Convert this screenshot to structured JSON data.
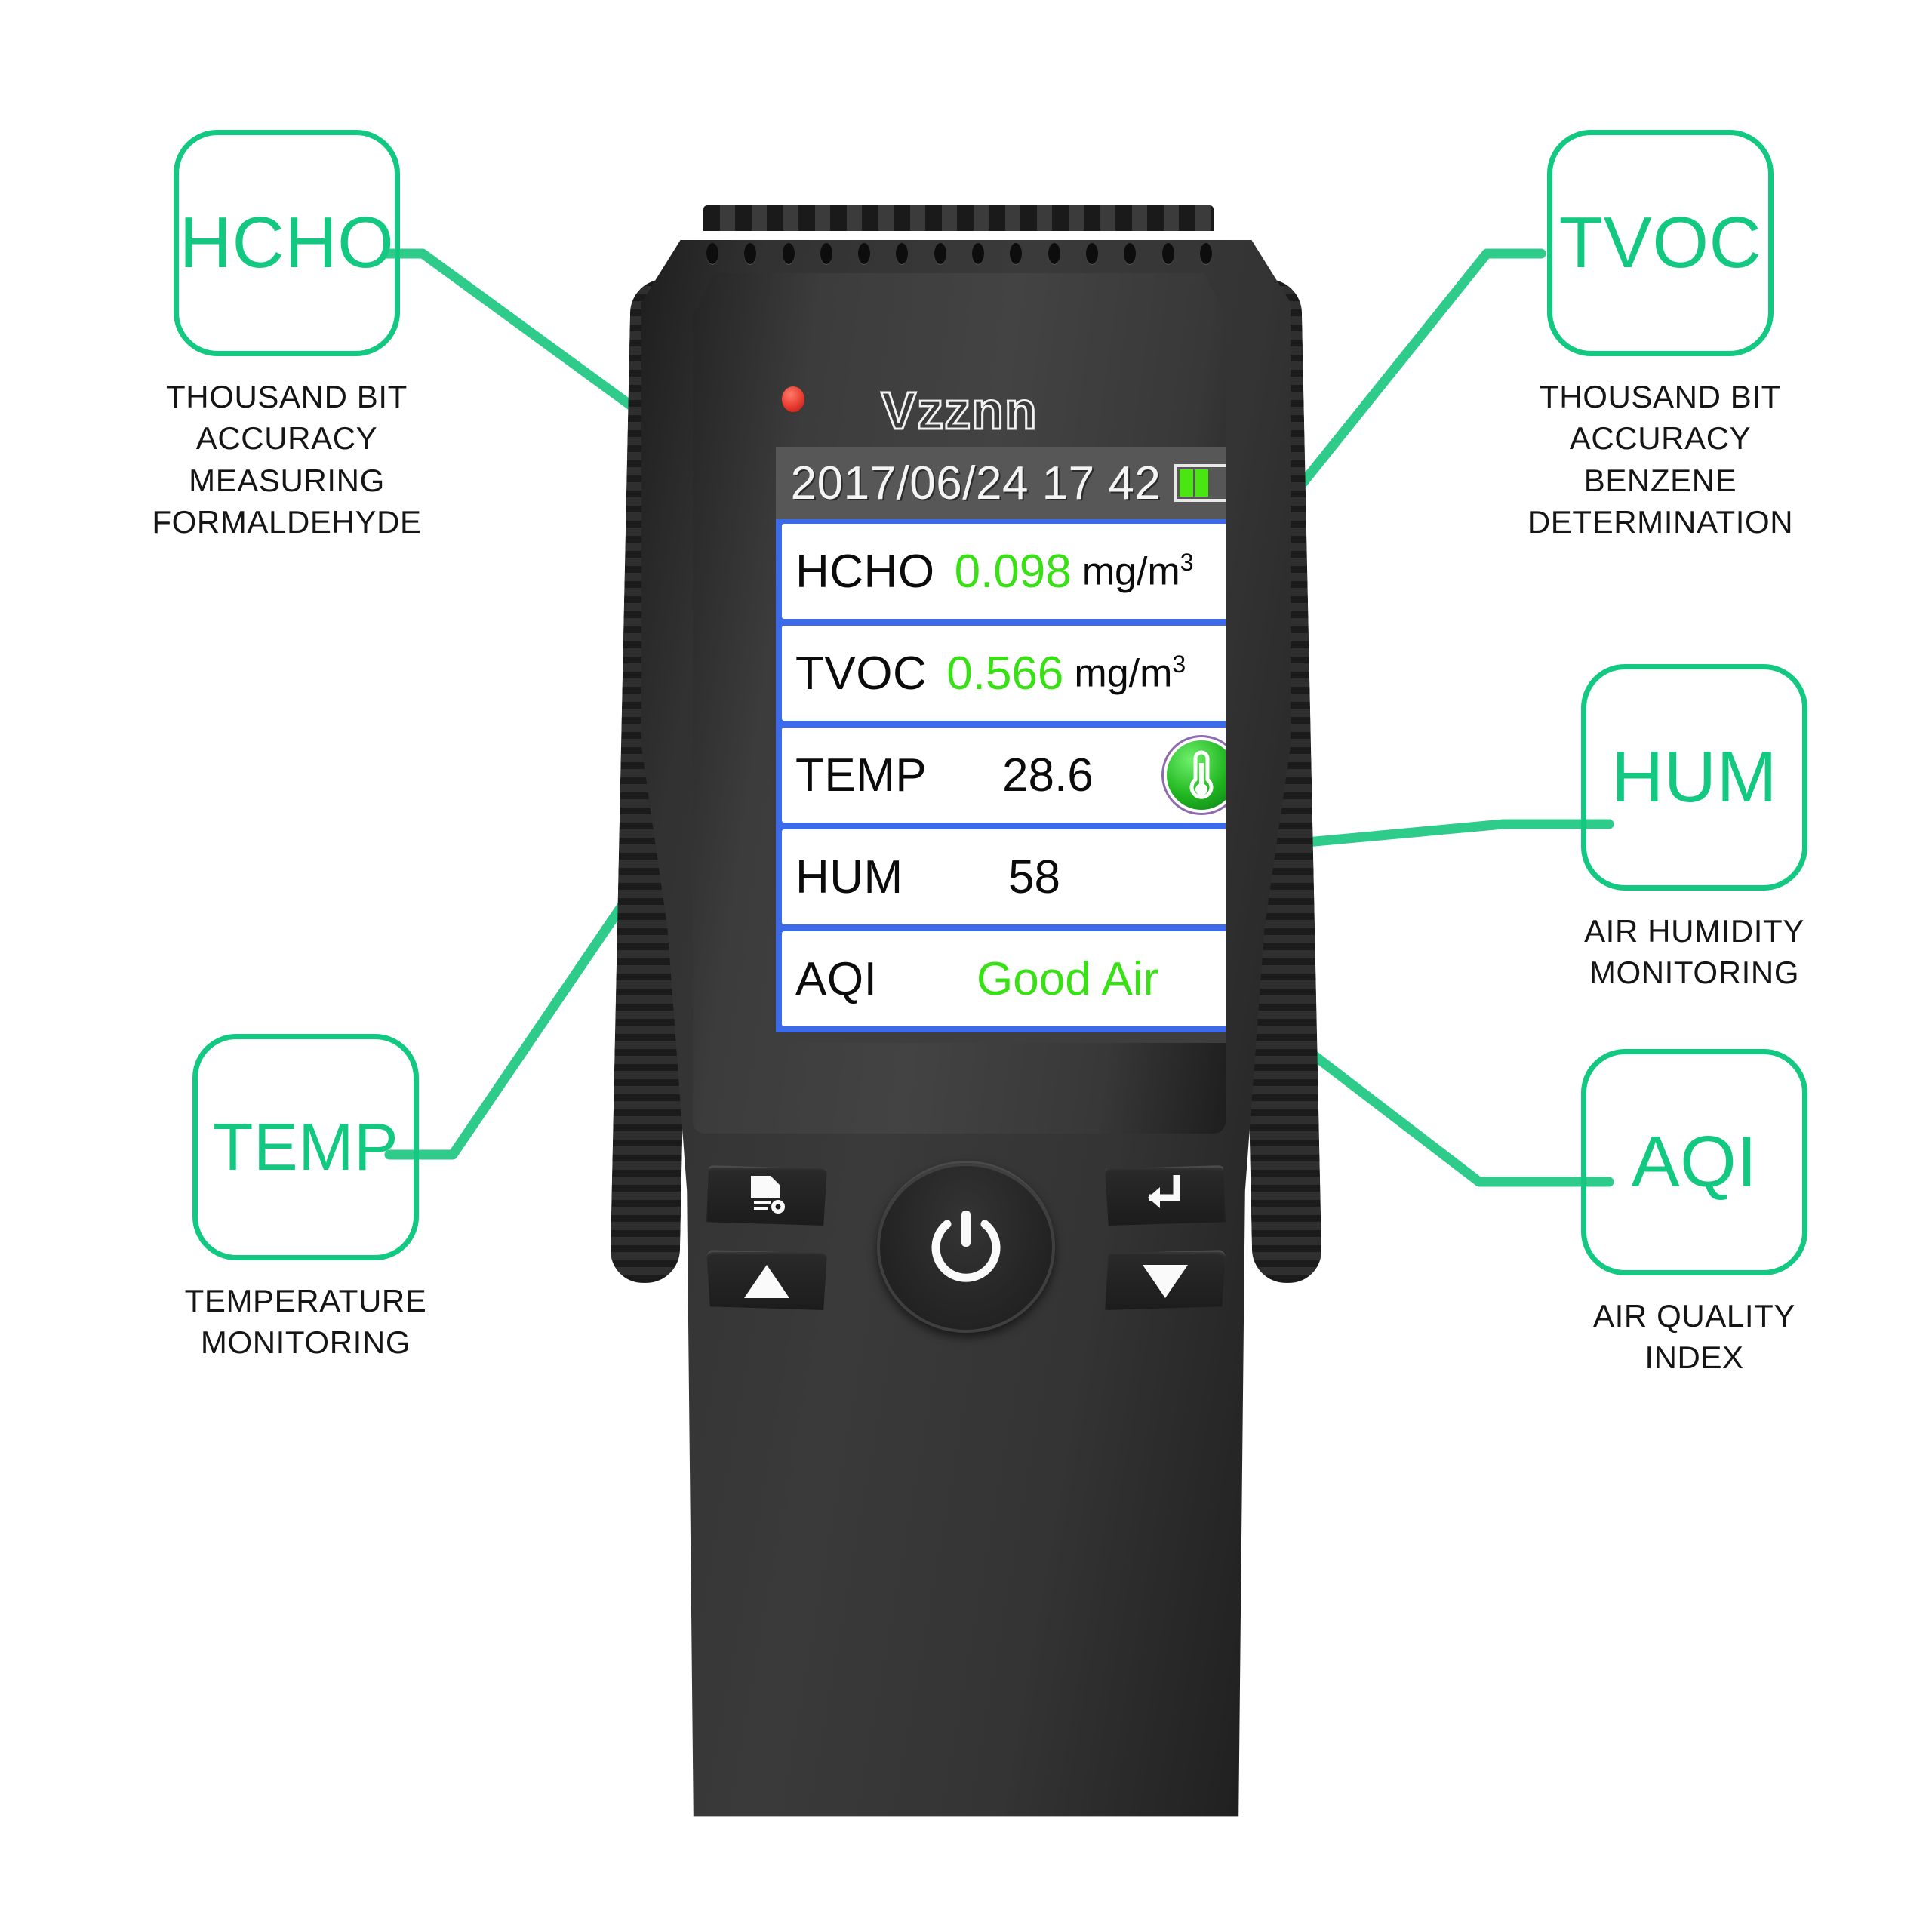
{
  "product": {
    "brand": "Vzznn",
    "led_indicator": "power-led"
  },
  "display": {
    "statusbar": {
      "datetime": "2017/06/24 17 42",
      "battery_segments_total": 4,
      "battery_segments_filled": 2,
      "battery_color": "#49e611"
    },
    "rows": [
      {
        "label": "HCHO",
        "value": "0.098",
        "unit": "mg/m",
        "unit_sup": "3",
        "value_color": "#3ae016",
        "icon": "none"
      },
      {
        "label": "TVOC",
        "value": "0.566",
        "unit": "mg/m",
        "unit_sup": "3",
        "value_color": "#3ae016",
        "icon": "none"
      },
      {
        "label": "TEMP",
        "value": "28.6",
        "unit": "",
        "unit_sup": "",
        "value_color": "#0b0b0b",
        "icon": "thermometer-icon"
      },
      {
        "label": "HUM",
        "value": "58",
        "unit": "",
        "unit_sup": "",
        "value_color": "#0b0b0b",
        "icon": "water-droplet-icon"
      },
      {
        "label": "AQI",
        "value": "Good Air",
        "unit": "",
        "unit_sup": "",
        "value_color": "#3ae016",
        "icon": "none"
      }
    ],
    "frame_color": "#3d6ae8",
    "statusbar_color": "#575757"
  },
  "keypad": {
    "record_button": "record-document-icon",
    "power_button": "power-icon",
    "back_button": "back-return-icon",
    "up_button": "arrow-up-icon",
    "down_button": "arrow-down-icon"
  },
  "callouts": [
    {
      "id": "hcho",
      "badge": "HCHO",
      "caption": "THOUSAND BIT ACCURACY\nMEASURING FORMALDEHYDE"
    },
    {
      "id": "tvoc",
      "badge": "TVOC",
      "caption": "THOUSAND BIT ACCURACY\nBENZENE DETERMINATION"
    },
    {
      "id": "hum",
      "badge": "HUM",
      "caption": "AIR HUMIDITY\nMONITORING"
    },
    {
      "id": "temp",
      "badge": "TEMP",
      "caption": "TEMPERATURE\nMONITORING"
    },
    {
      "id": "aqi",
      "badge": "AQI",
      "caption": "AIR QUALITY\nINDEX"
    }
  ],
  "theme": {
    "accent_green": "#13c880",
    "display_blue": "#3d6ae8",
    "value_green": "#3ae016",
    "led_red": "#e5352b",
    "body_black": "#343434",
    "background": "#ffffff"
  }
}
